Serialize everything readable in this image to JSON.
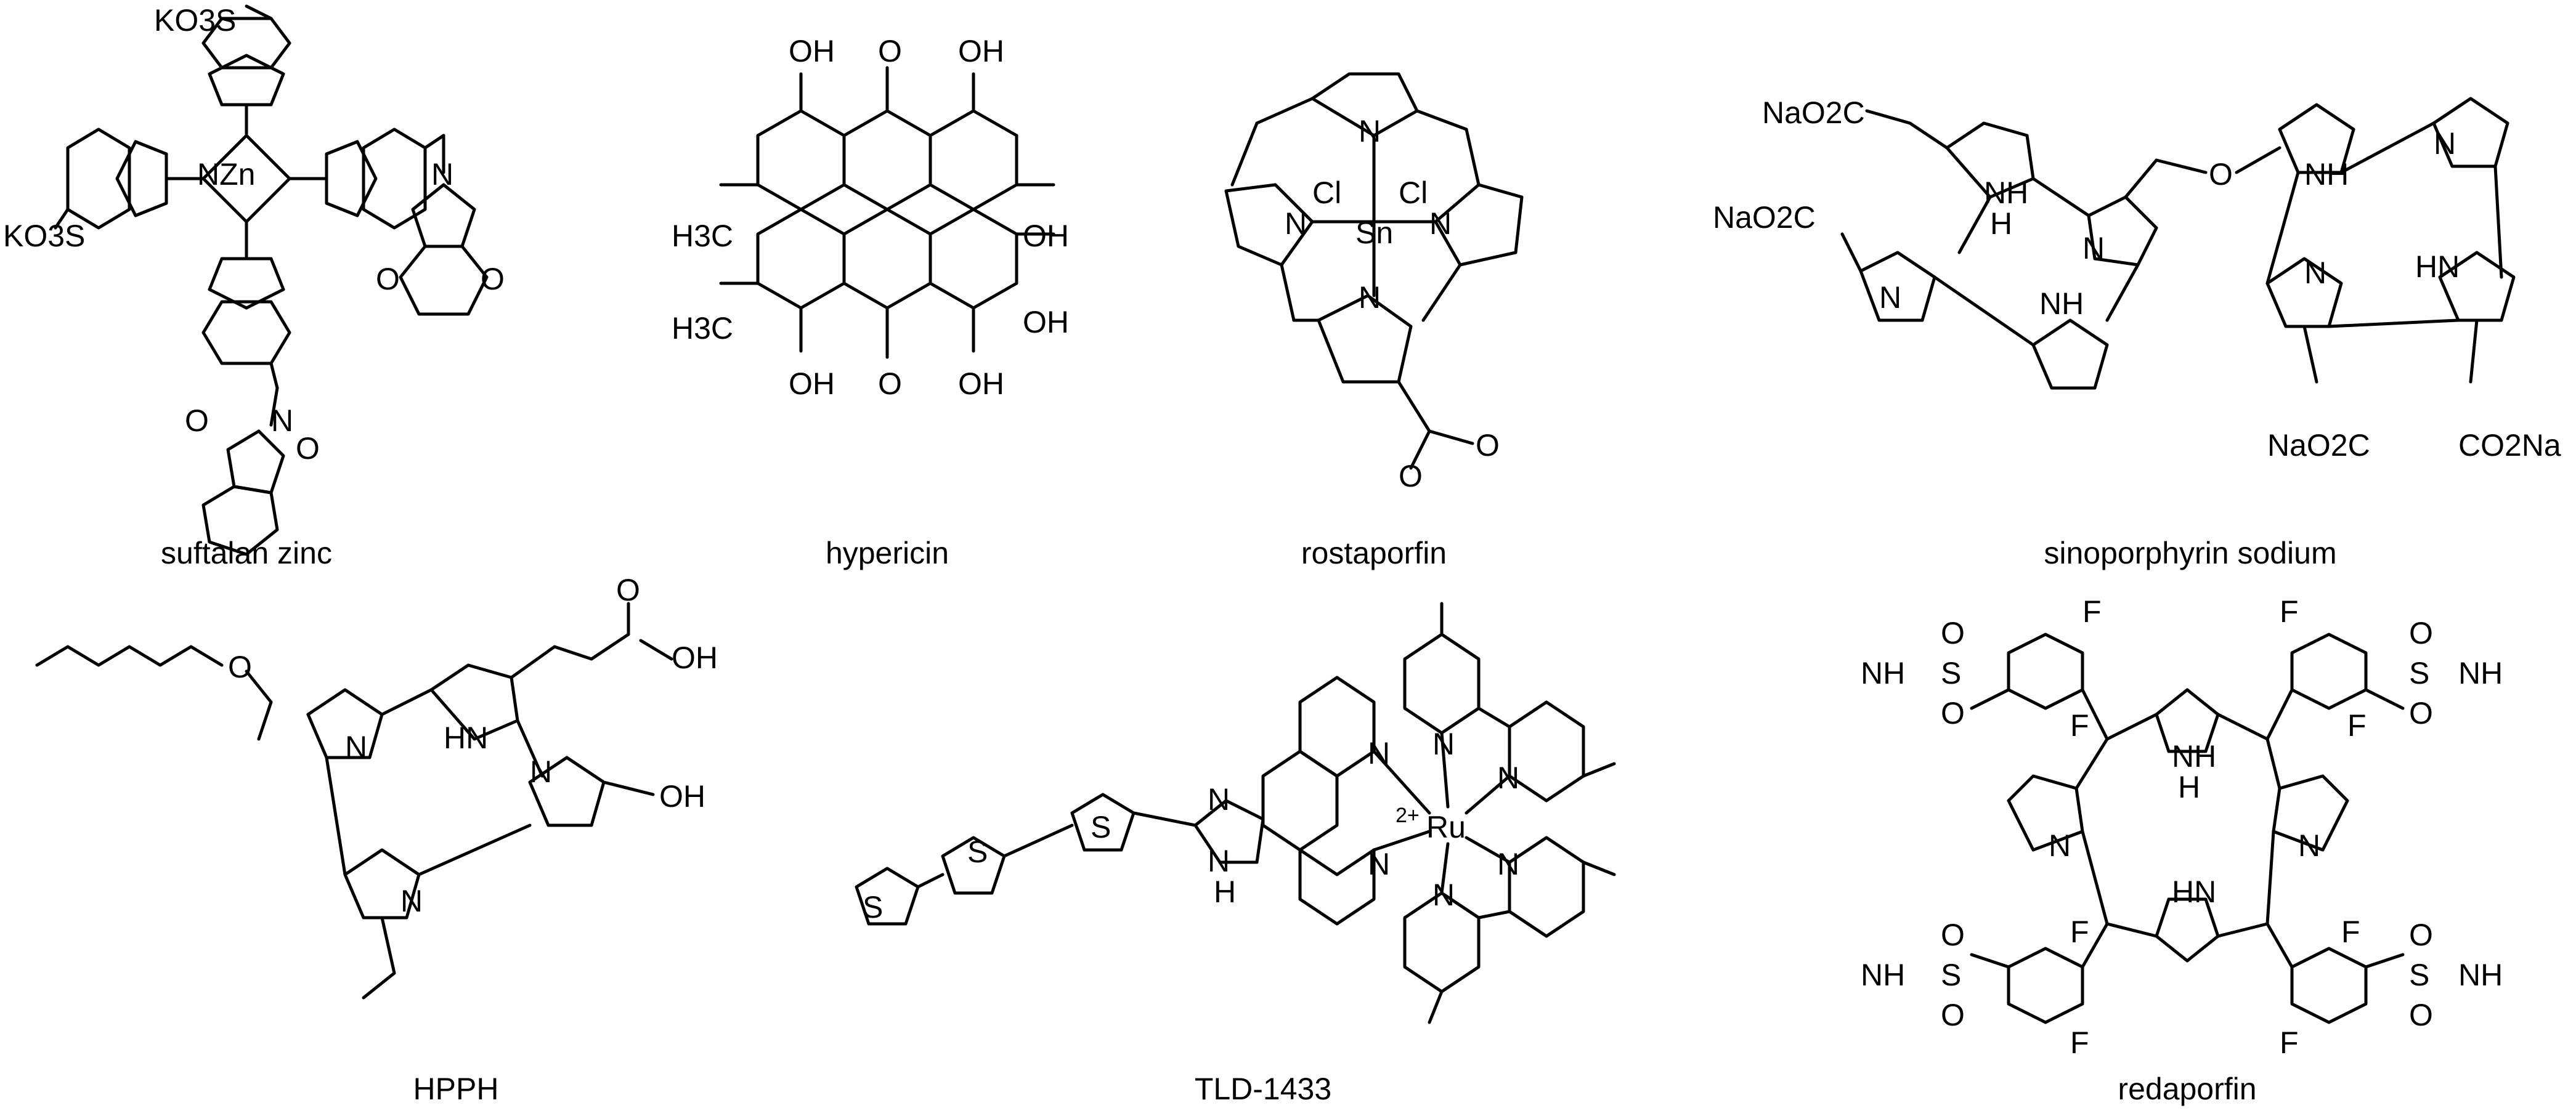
{
  "figure": {
    "molecules": [
      {
        "name": "suftalan zinc"
      },
      {
        "name": "hypericin"
      },
      {
        "name": "rostaporfin"
      },
      {
        "name": "sinoporphyrin sodium"
      },
      {
        "name": "HPPH"
      },
      {
        "name": "TLD-1433"
      },
      {
        "name": "redaporfin"
      }
    ],
    "atom_labels": {
      "kso3": "KO3S",
      "nzn": "NZn",
      "n": "N",
      "o": "O",
      "oh": "OH",
      "h3c": "H3C",
      "cl": "Cl",
      "sn": "Sn",
      "nh": "NH",
      "hn": "HN",
      "h": "H",
      "nao2c": "NaO2C",
      "co2na": "CO2Na",
      "s": "S",
      "ru": "Ru",
      "charge": "2+",
      "f": "F"
    }
  }
}
